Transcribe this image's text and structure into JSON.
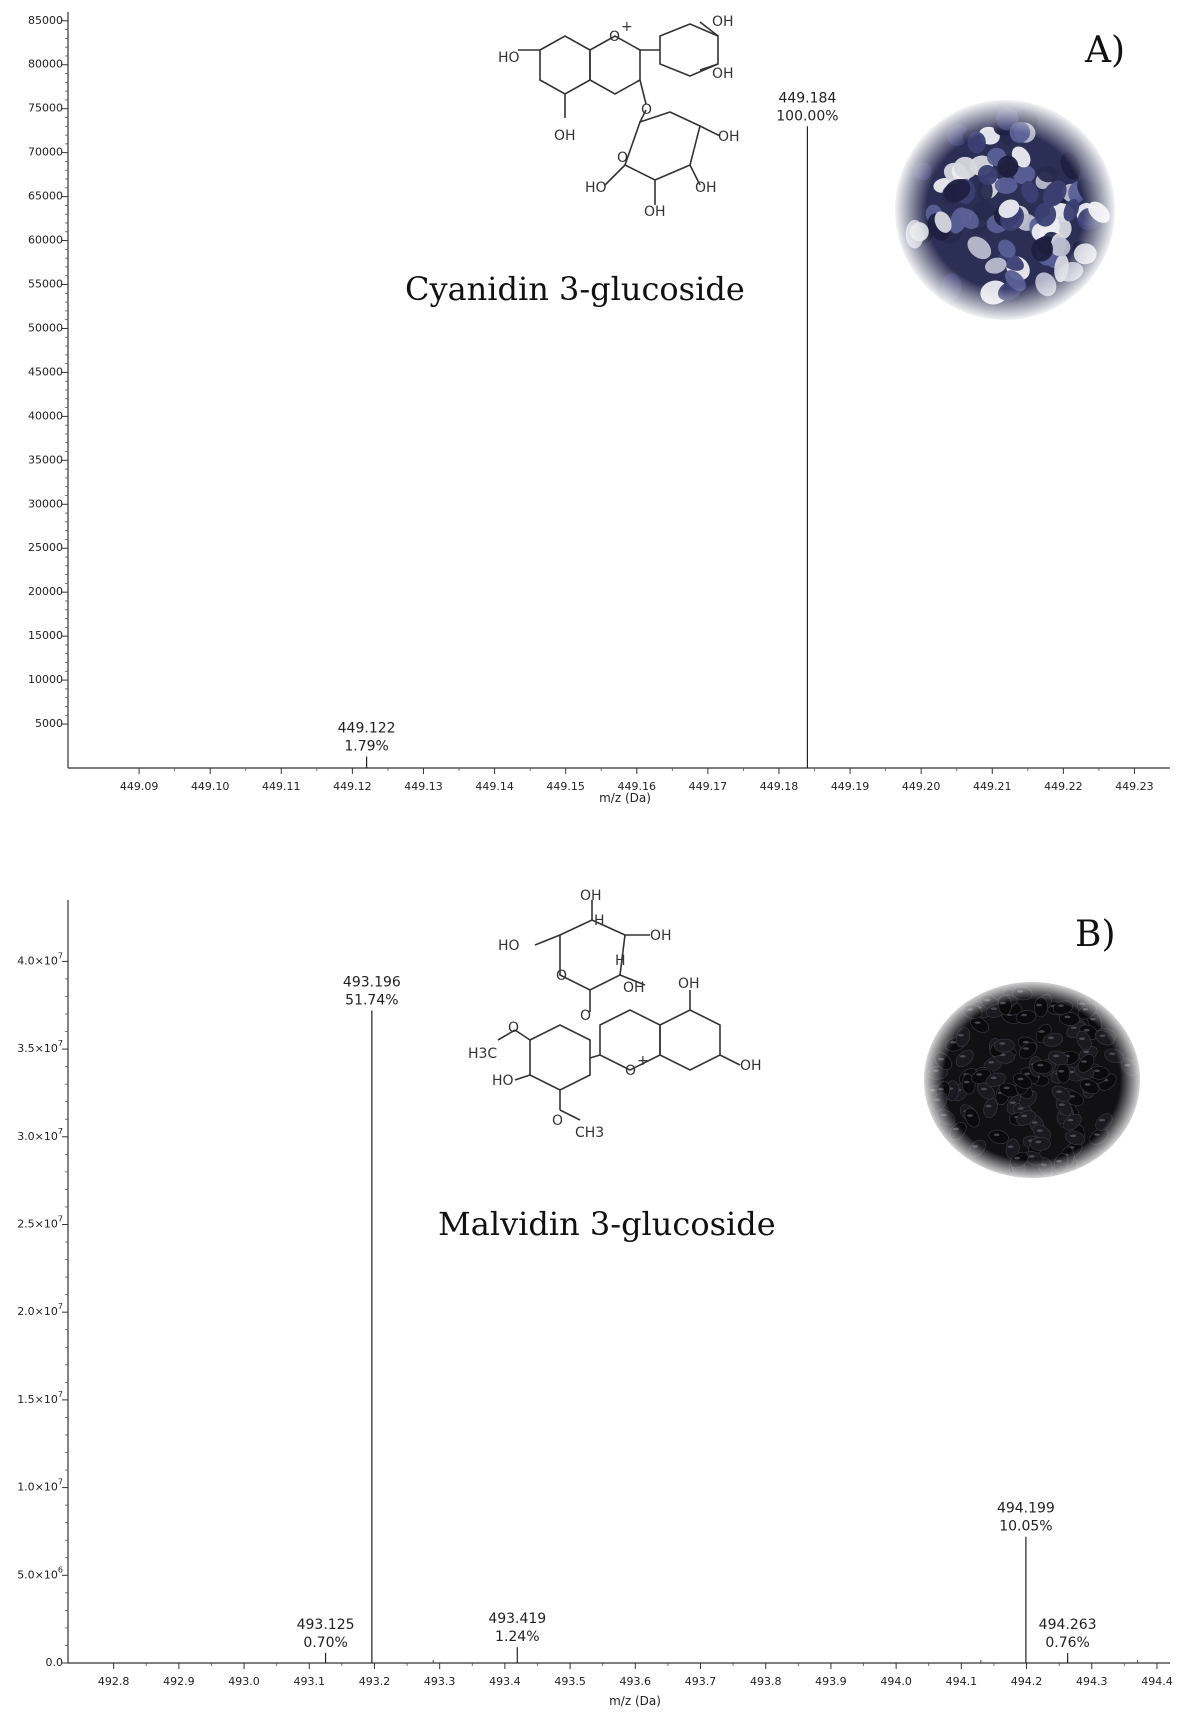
{
  "chart_data": [
    {
      "type": "bar",
      "panel_label": "A)",
      "compound_name": "Cyanidin 3-glucoside",
      "xlabel": "m/z (Da)",
      "ylabel": "",
      "xlim": [
        449.08,
        449.235
      ],
      "ylim": [
        0,
        86000
      ],
      "x_ticks": [
        449.09,
        449.1,
        449.11,
        449.12,
        449.13,
        449.14,
        449.15,
        449.16,
        449.17,
        449.18,
        449.19,
        449.2,
        449.21,
        449.22,
        449.23
      ],
      "x_tick_labels": [
        "449.09",
        "449.10",
        "449.11",
        "449.12",
        "449.13",
        "449.14",
        "449.15",
        "449.16",
        "449.17",
        "449.18",
        "449.19",
        "449.20",
        "449.21",
        "449.22",
        "449.23"
      ],
      "y_ticks": [
        5000,
        10000,
        15000,
        20000,
        25000,
        30000,
        35000,
        40000,
        45000,
        50000,
        55000,
        60000,
        65000,
        70000,
        75000,
        80000,
        85000
      ],
      "y_tick_labels": [
        "5000",
        "10000",
        "15000",
        "20000",
        "25000",
        "30000",
        "35000",
        "40000",
        "45000",
        "50000",
        "55000",
        "60000",
        "65000",
        "70000",
        "75000",
        "80000",
        "85000"
      ],
      "peaks": [
        {
          "x": 449.122,
          "y": 1300,
          "label_mz": "449.122",
          "label_pct": "1.79%"
        },
        {
          "x": 449.184,
          "y": 73000,
          "label_mz": "449.184",
          "label_pct": "100.00%"
        }
      ],
      "structure_labels": [
        "HO",
        "O",
        "+",
        "OH",
        "OH",
        "OH",
        "O",
        "O",
        "OH",
        "HO",
        "OH",
        "OH"
      ],
      "photo": "blue corn kernels"
    },
    {
      "type": "bar",
      "panel_label": "B)",
      "compound_name": "Malvidin 3-glucoside",
      "xlabel": "m/z (Da)",
      "ylabel": "",
      "xlim": [
        492.73,
        494.42
      ],
      "ylim": [
        0,
        43500000
      ],
      "x_ticks": [
        492.8,
        492.9,
        493.0,
        493.1,
        493.2,
        493.3,
        493.4,
        493.5,
        493.6,
        493.7,
        493.8,
        493.9,
        494.0,
        494.1,
        494.2,
        494.3,
        494.4
      ],
      "x_tick_labels": [
        "492.8",
        "492.9",
        "493.0",
        "493.1",
        "493.2",
        "493.3",
        "493.4",
        "493.5",
        "493.6",
        "493.7",
        "493.8",
        "493.9",
        "494.0",
        "494.1",
        "494.2",
        "494.3",
        "494.4"
      ],
      "y_ticks": [
        0,
        5000000,
        10000000,
        15000000,
        20000000,
        25000000,
        30000000,
        35000000,
        40000000
      ],
      "y_tick_labels": [
        {
          "base": "0.0",
          "exp": ""
        },
        {
          "base": "5.0×10",
          "exp": "6"
        },
        {
          "base": "1.0×10",
          "exp": "7"
        },
        {
          "base": "1.5×10",
          "exp": "7"
        },
        {
          "base": "2.0×10",
          "exp": "7"
        },
        {
          "base": "2.5×10",
          "exp": "7"
        },
        {
          "base": "3.0×10",
          "exp": "7"
        },
        {
          "base": "3.5×10",
          "exp": "7"
        },
        {
          "base": "4.0×10",
          "exp": "7"
        }
      ],
      "peaks": [
        {
          "x": 493.125,
          "y": 500000,
          "label_mz": "493.125",
          "label_pct": "0.70%"
        },
        {
          "x": 493.196,
          "y": 37200000,
          "label_mz": "493.196",
          "label_pct": "51.74%"
        },
        {
          "x": 493.419,
          "y": 900000,
          "label_mz": "493.419",
          "label_pct": "1.24%"
        },
        {
          "x": 494.199,
          "y": 7200000,
          "label_mz": "494.199",
          "label_pct": "10.05%"
        },
        {
          "x": 494.263,
          "y": 550000,
          "label_mz": "494.263",
          "label_pct": "0.76%"
        }
      ],
      "minor_peaks": [
        {
          "x": 493.29,
          "y": 60000
        },
        {
          "x": 494.13,
          "y": 60000
        },
        {
          "x": 494.37,
          "y": 60000
        }
      ],
      "structure_labels": [
        "OH",
        "H",
        "HO",
        "OH",
        "H",
        "O",
        "OH",
        "OH",
        "O",
        "H3C",
        "O",
        "HO",
        "O",
        "CH3",
        "O",
        "+",
        "OH"
      ],
      "photo": "black beans"
    }
  ]
}
